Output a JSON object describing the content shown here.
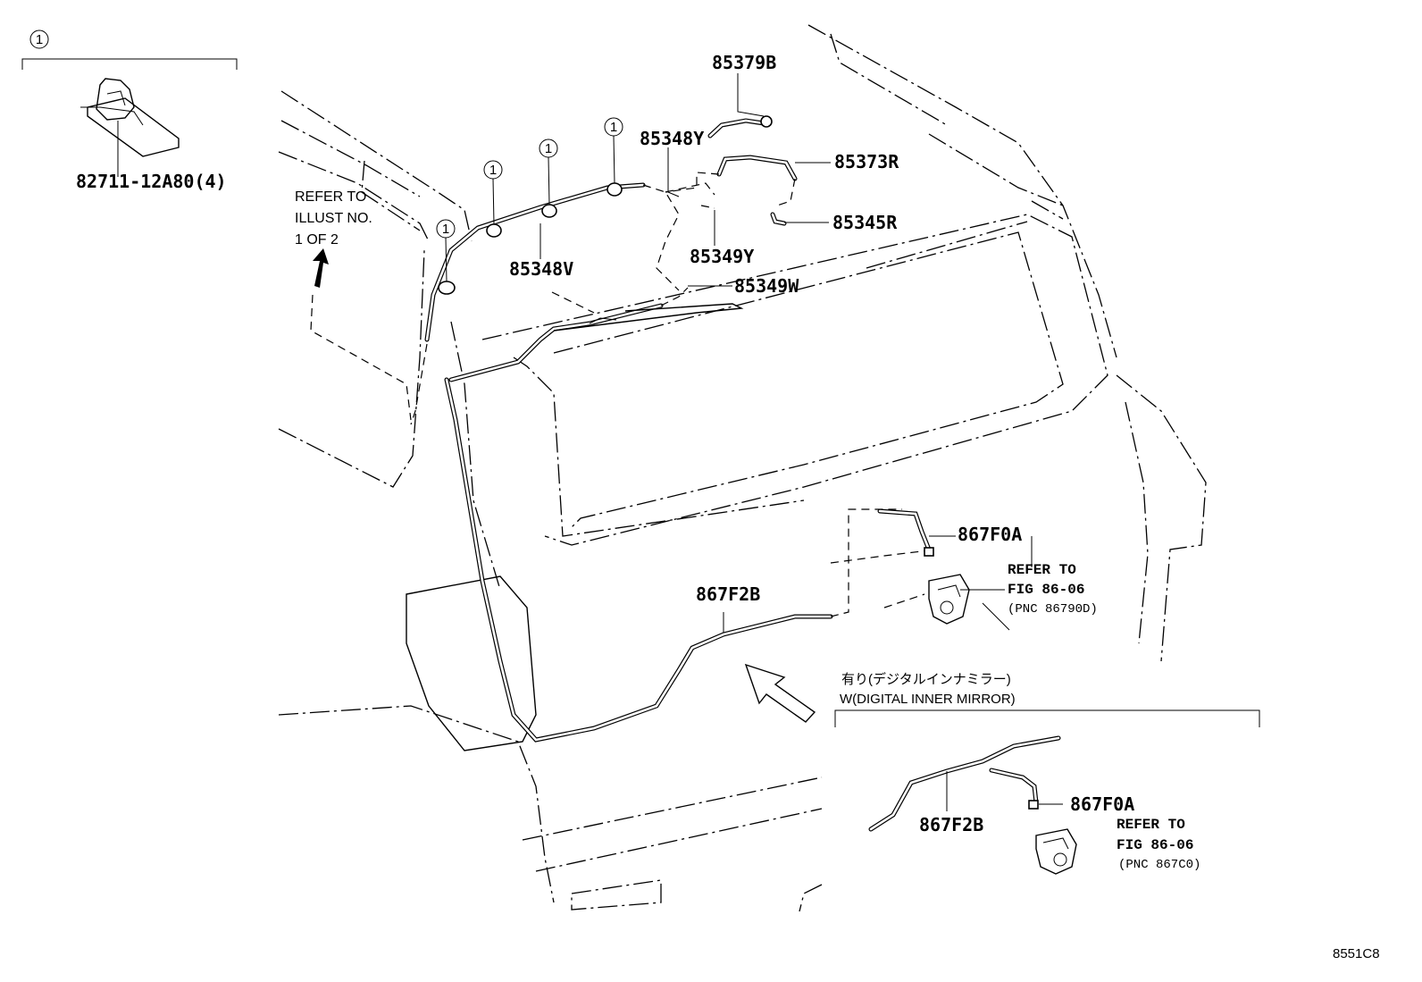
{
  "callout": {
    "symbol": "1"
  },
  "parts": {
    "clip": "82711-12A80(4)",
    "p85379B": "85379B",
    "p85348Y": "85348Y",
    "p85373R": "85373R",
    "p85345R": "85345R",
    "p85349Y": "85349Y",
    "p85348V": "85348V",
    "p85349W": "85349W",
    "p867F0A": "867F0A",
    "p867F2B": "867F2B",
    "p867F0A_alt": "867F0A",
    "p867F2B_alt": "867F2B"
  },
  "refer_illust": {
    "line1": "REFER TO",
    "line2": "ILLUST NO.",
    "line3": "1 OF 2"
  },
  "refer_fig_main": {
    "line1": "REFER TO",
    "line2": "FIG 86-06",
    "line3": "(PNC 86790D)"
  },
  "refer_fig_alt": {
    "line1": "REFER TO",
    "line2": "FIG 86-06",
    "line3": "(PNC 867C0)"
  },
  "condition": {
    "jp": "有り(デジタルインナミラー)",
    "en": "W(DIGITAL INNER MIRROR)"
  },
  "diagram_code": "8551C8"
}
